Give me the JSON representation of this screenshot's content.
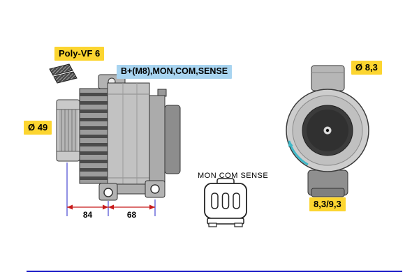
{
  "drawing": {
    "labels": {
      "belt_type": "Poly-VF 6",
      "terminals": "B+(M8),MON,COM,SENSE",
      "pulley_diameter": "Ø 49",
      "mounting_hole_top": "Ø 8,3",
      "mounting_hole_bottom": "8,3/9,3",
      "connector_title": "MON COM SENSE"
    },
    "dimensions": {
      "pulley_to_mount": "84",
      "mount_spacing": "68"
    },
    "colors": {
      "label_yellow": "#FCD530",
      "label_blue": "#A8D4F0",
      "dimension_red": "#C81A1A",
      "line_blue": "#2323C8",
      "rotation_cyan": "#3FB9C9"
    }
  }
}
